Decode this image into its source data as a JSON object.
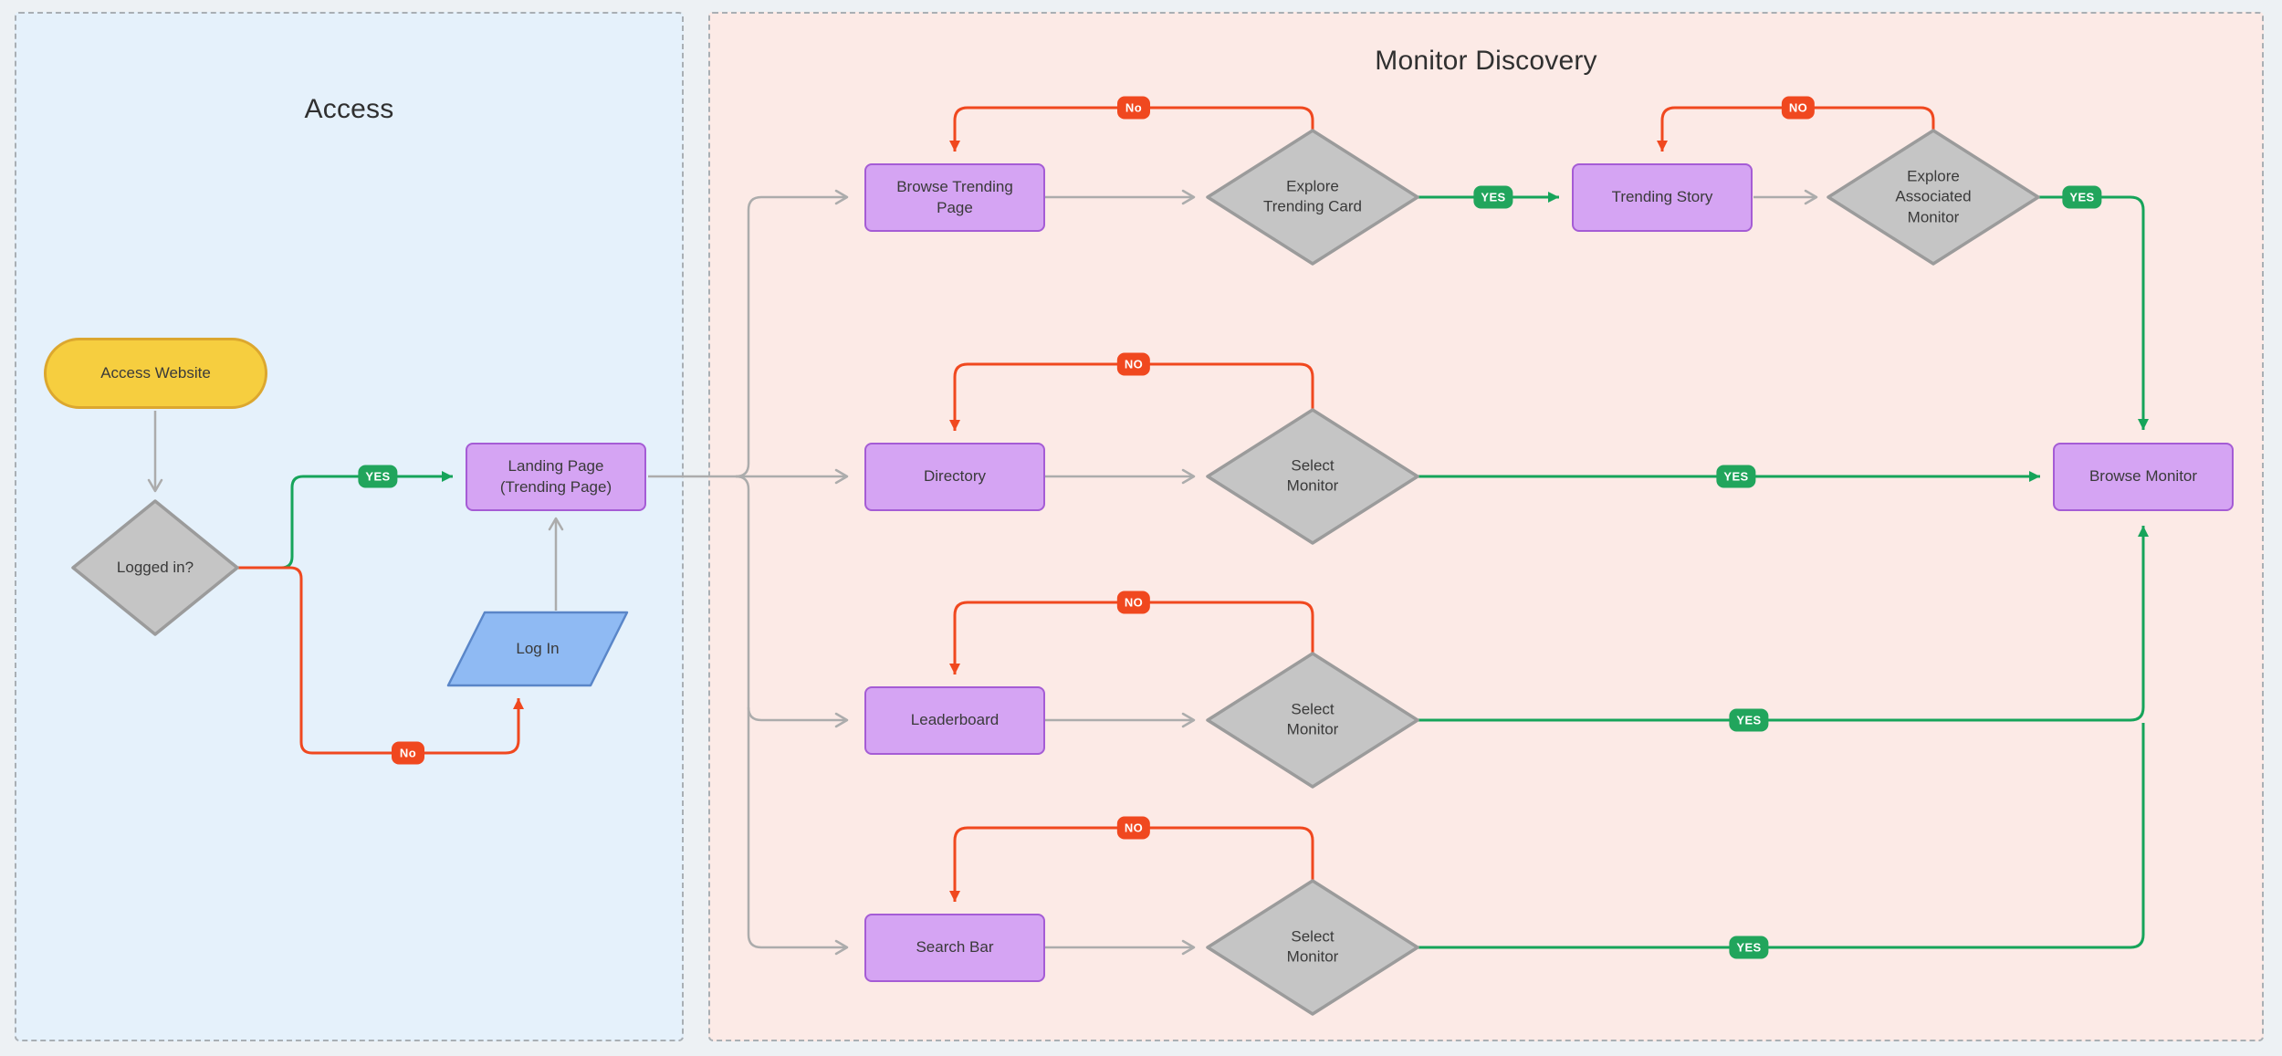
{
  "colors": {
    "page_background": "#EDF1F4",
    "access_panel_background": "#E5F1FB",
    "monitor_panel_background": "#FCEAE6",
    "panel_dashed_border": "#A9AFB4",
    "process_fill": "#D5A4F3",
    "process_border": "#A55CD5",
    "start_fill": "#F6CE3F",
    "start_border": "#DCA72E",
    "decision_fill": "#C5C5C5",
    "decision_border": "#9B9B9B",
    "input_fill": "#8FBAF3",
    "input_border": "#5A86C8",
    "yes_green": "#21A55C",
    "no_red": "#F0481F",
    "connector_gray": "#ACACAC",
    "text_dark": "#3A3A3A"
  },
  "panels": {
    "access": {
      "title": "Access"
    },
    "monitor": {
      "title": "Monitor Discovery"
    }
  },
  "nodes": {
    "access_website": "Access Website",
    "logged_in": "Logged in?",
    "landing_page": "Landing Page (Trending Page)",
    "log_in": "Log In",
    "browse_trending_page": "Browse Trending Page",
    "explore_trending_card": "Explore Trending Card",
    "trending_story": "Trending Story",
    "explore_associated_monitor": "Explore Associated Monitor",
    "directory": "Directory",
    "select_monitor_directory": "Select Monitor",
    "browse_monitor": "Browse Monitor",
    "leaderboard": "Leaderboard",
    "select_monitor_leaderboard": "Select Monitor",
    "search_bar": "Search Bar",
    "select_monitor_search": "Select Monitor"
  },
  "badges": {
    "access_yes": "YES",
    "access_no": "No",
    "trending_no": "No",
    "trending_yes": "YES",
    "story_no": "NO",
    "story_yes": "YES",
    "directory_no": "NO",
    "directory_yes": "YES",
    "leaderboard_no": "NO",
    "leaderboard_yes": "YES",
    "search_no": "NO",
    "search_yes": "YES"
  },
  "edges": [
    {
      "from": "access_website",
      "to": "logged_in",
      "label": ""
    },
    {
      "from": "logged_in",
      "to": "landing_page",
      "label": "YES"
    },
    {
      "from": "logged_in",
      "to": "log_in",
      "label": "No"
    },
    {
      "from": "log_in",
      "to": "landing_page",
      "label": ""
    },
    {
      "from": "landing_page",
      "to": "browse_trending_page",
      "label": ""
    },
    {
      "from": "landing_page",
      "to": "directory",
      "label": ""
    },
    {
      "from": "landing_page",
      "to": "leaderboard",
      "label": ""
    },
    {
      "from": "landing_page",
      "to": "search_bar",
      "label": ""
    },
    {
      "from": "browse_trending_page",
      "to": "explore_trending_card",
      "label": ""
    },
    {
      "from": "explore_trending_card",
      "to": "browse_trending_page",
      "label": "No"
    },
    {
      "from": "explore_trending_card",
      "to": "trending_story",
      "label": "YES"
    },
    {
      "from": "trending_story",
      "to": "explore_associated_monitor",
      "label": ""
    },
    {
      "from": "explore_associated_monitor",
      "to": "trending_story",
      "label": "NO"
    },
    {
      "from": "explore_associated_monitor",
      "to": "browse_monitor",
      "label": "YES"
    },
    {
      "from": "directory",
      "to": "select_monitor_directory",
      "label": ""
    },
    {
      "from": "select_monitor_directory",
      "to": "directory",
      "label": "NO"
    },
    {
      "from": "select_monitor_directory",
      "to": "browse_monitor",
      "label": "YES"
    },
    {
      "from": "leaderboard",
      "to": "select_monitor_leaderboard",
      "label": ""
    },
    {
      "from": "select_monitor_leaderboard",
      "to": "leaderboard",
      "label": "NO"
    },
    {
      "from": "select_monitor_leaderboard",
      "to": "browse_monitor",
      "label": "YES"
    },
    {
      "from": "search_bar",
      "to": "select_monitor_search",
      "label": ""
    },
    {
      "from": "select_monitor_search",
      "to": "search_bar",
      "label": "NO"
    },
    {
      "from": "select_monitor_search",
      "to": "browse_monitor",
      "label": "YES"
    }
  ]
}
